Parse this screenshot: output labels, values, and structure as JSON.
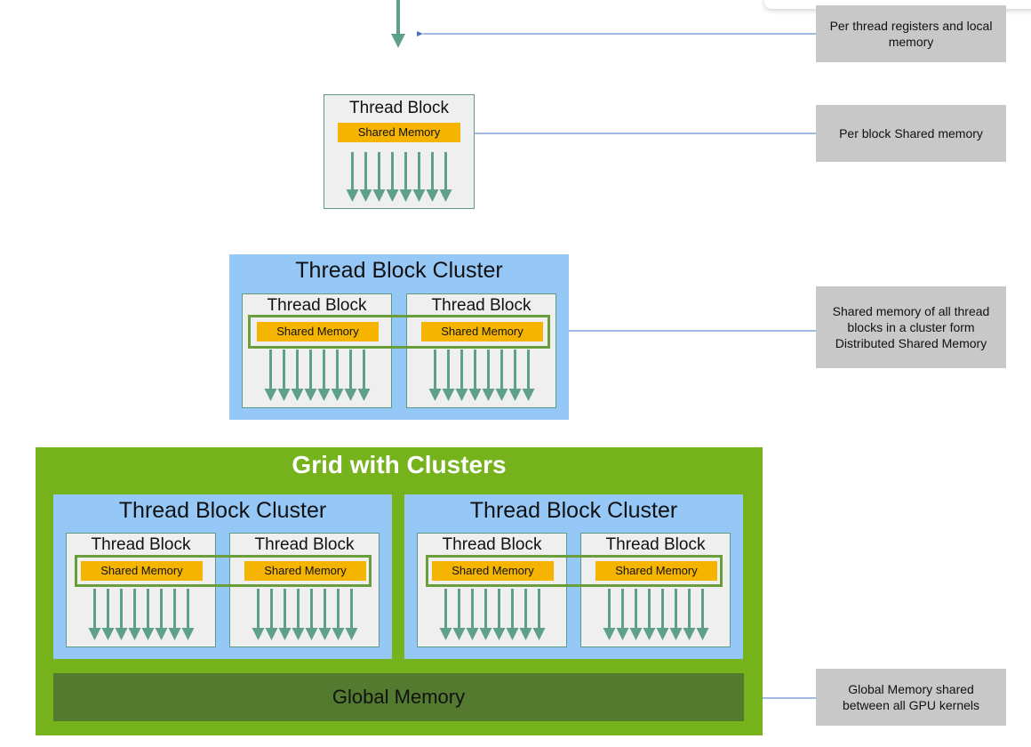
{
  "notes": {
    "registers": "Per thread registers and local memory",
    "block_shared": "Per block Shared memory",
    "distributed": "Shared memory of all thread blocks in a cluster form Distributed Shared Memory",
    "global": "Global Memory shared between all GPU kernels"
  },
  "labels": {
    "thread_block": "Thread Block",
    "shared_memory": "Shared Memory",
    "thread_block_cluster": "Thread Block Cluster",
    "grid_with_clusters": "Grid with Clusters",
    "global_memory": "Global Memory"
  },
  "colors": {
    "thread_arrow": "#5fa08a",
    "shared_memory": "#f4b400",
    "cluster": "#96c8f7",
    "grid": "#76b21c",
    "global_memory": "#537a2f",
    "note_bg": "#c8c8c8",
    "connector": "#4a72c4"
  }
}
